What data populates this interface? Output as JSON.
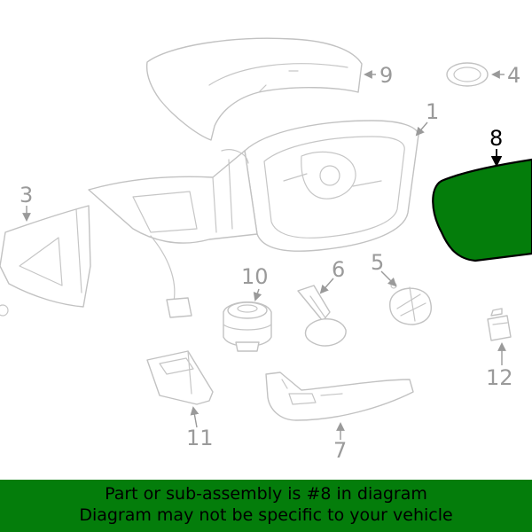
{
  "callouts": {
    "c1": "1",
    "c3": "3",
    "c4": "4",
    "c5": "5",
    "c6": "6",
    "c7": "7",
    "c8": "8",
    "c9": "9",
    "c10": "10",
    "c11": "11",
    "c12": "12"
  },
  "highlight": {
    "part": "8",
    "color": "#047d0b"
  },
  "banner": {
    "line1": "Part or sub-assembly is #8 in diagram",
    "line2": "Diagram may not be specific to your vehicle",
    "background": "#047d0b"
  }
}
